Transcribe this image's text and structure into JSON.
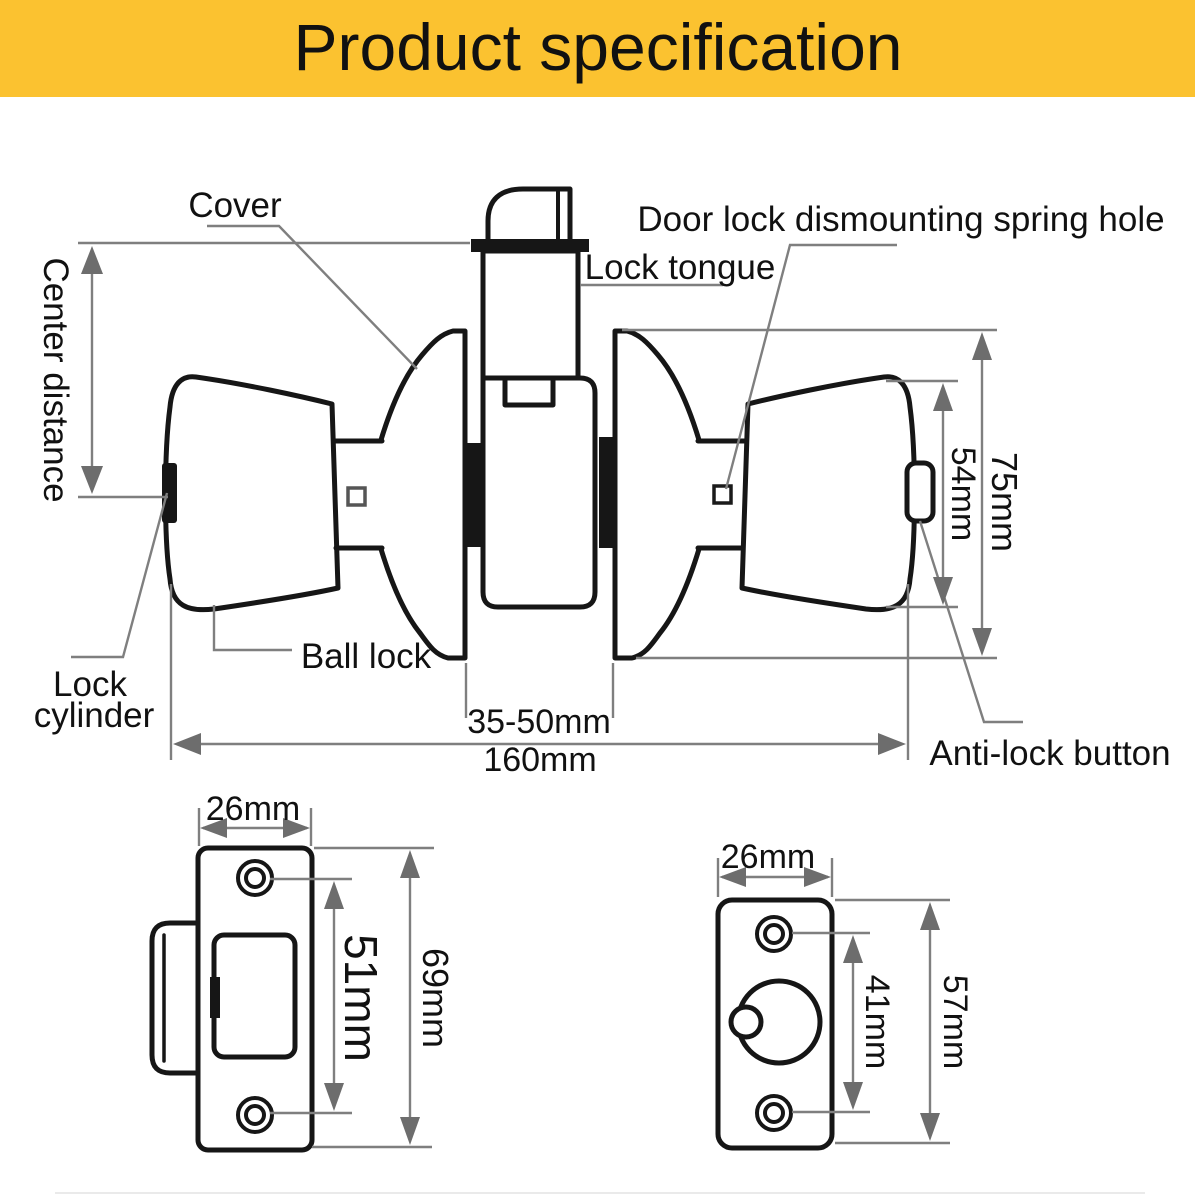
{
  "header": {
    "title": "Product specification",
    "bg_color": "#fbc230"
  },
  "colors": {
    "ink": "#161616",
    "dim_line": "#7f7f7f",
    "arrow": "#6d6d6d",
    "background": "#ffffff"
  },
  "lockset": {
    "labels": {
      "cover": "Cover",
      "spring_hole": "Door lock dismounting spring hole",
      "lock_tongue": "Lock tongue",
      "center_distance": "Center distance",
      "lock_cylinder": [
        "Lock",
        "cylinder"
      ],
      "ball_lock": "Ball lock",
      "anti_lock": "Anti-lock button"
    },
    "dims": {
      "door_thickness": "35-50mm",
      "overall_length": "160mm",
      "knob_height": "54mm",
      "rose_height": "75mm"
    }
  },
  "strike_plate": {
    "dims": {
      "width": "26mm",
      "hole_spacing": "51mm",
      "height": "69mm"
    }
  },
  "latch_plate": {
    "dims": {
      "width": "26mm",
      "hole_spacing": "41mm",
      "height": "57mm"
    }
  }
}
